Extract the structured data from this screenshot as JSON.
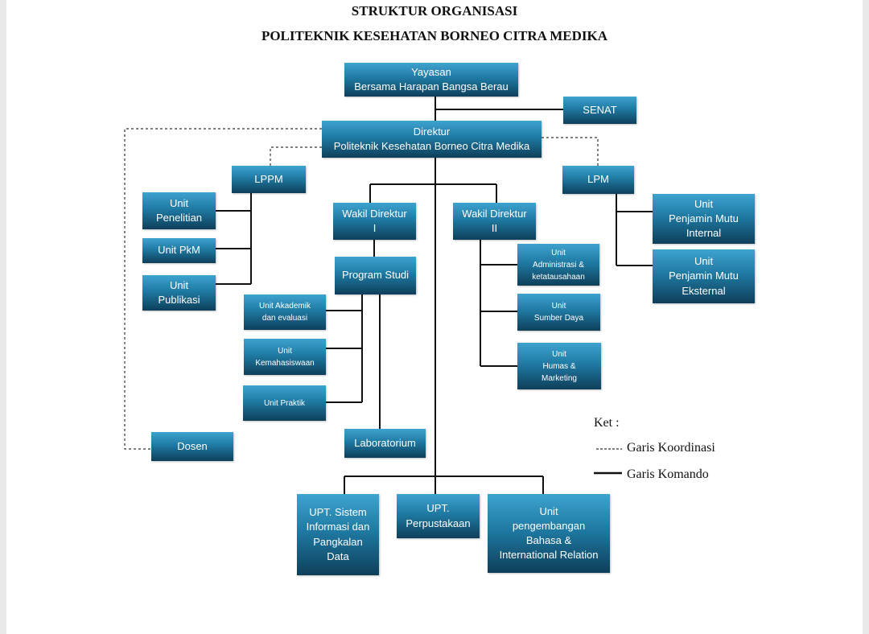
{
  "header": {
    "title": "STRUKTUR ORGANISASI",
    "subtitle": "POLITEKNIK KESEHATAN BORNEO CITRA MEDIKA"
  },
  "colors": {
    "box_top": "#3ea3cf",
    "box_bottom": "#0e3f5a",
    "line": "#111111"
  },
  "nodes": {
    "yayasan": [
      "Yayasan",
      "Bersama Harapan Bangsa Berau"
    ],
    "senat": [
      "SENAT"
    ],
    "direktur": [
      "Direktur",
      "Politeknik Kesehatan Borneo Citra Medika"
    ],
    "lppm": [
      "LPPM"
    ],
    "lpm": [
      "LPM"
    ],
    "unit_penelitian": [
      "Unit",
      "Penelitian"
    ],
    "unit_pkm": [
      "Unit PkM"
    ],
    "unit_publikasi": [
      "Unit",
      "Publikasi"
    ],
    "wadir1": [
      "Wakil Direktur",
      "I"
    ],
    "wadir2": [
      "Wakil Direktur",
      "II"
    ],
    "program_studi": [
      "Program Studi"
    ],
    "unit_akademik": [
      "Unit Akademik",
      "dan evaluasi"
    ],
    "unit_kemahasiswaan": [
      "Unit",
      "Kemahasiswaan"
    ],
    "unit_praktik": [
      "Unit Praktik"
    ],
    "laboratorium": [
      "Laboratorium"
    ],
    "unit_administrasi": [
      "Unit",
      "Administrasi &",
      "ketatausahaan"
    ],
    "unit_sdm": [
      "Unit",
      "Sumber Daya"
    ],
    "unit_humas": [
      "Unit",
      "Humas &",
      "Marketing"
    ],
    "unit_pmi": [
      "Unit",
      "Penjamin Mutu",
      "Internal"
    ],
    "unit_pme": [
      "Unit",
      "Penjamin Mutu",
      "Eksternal"
    ],
    "dosen": [
      "Dosen"
    ],
    "upt_si": [
      "UPT.  Sistem",
      "Informasi dan",
      "Pangkalan",
      "Data"
    ],
    "upt_perpus": [
      "UPT.",
      "Perpustakaan"
    ],
    "unit_bahasa": [
      "Unit",
      "pengembangan",
      "Bahasa &",
      "International Relation"
    ]
  },
  "legend": {
    "title": "Ket :",
    "dashed": "Garis Koordinasi",
    "solid": "Garis Komando"
  }
}
